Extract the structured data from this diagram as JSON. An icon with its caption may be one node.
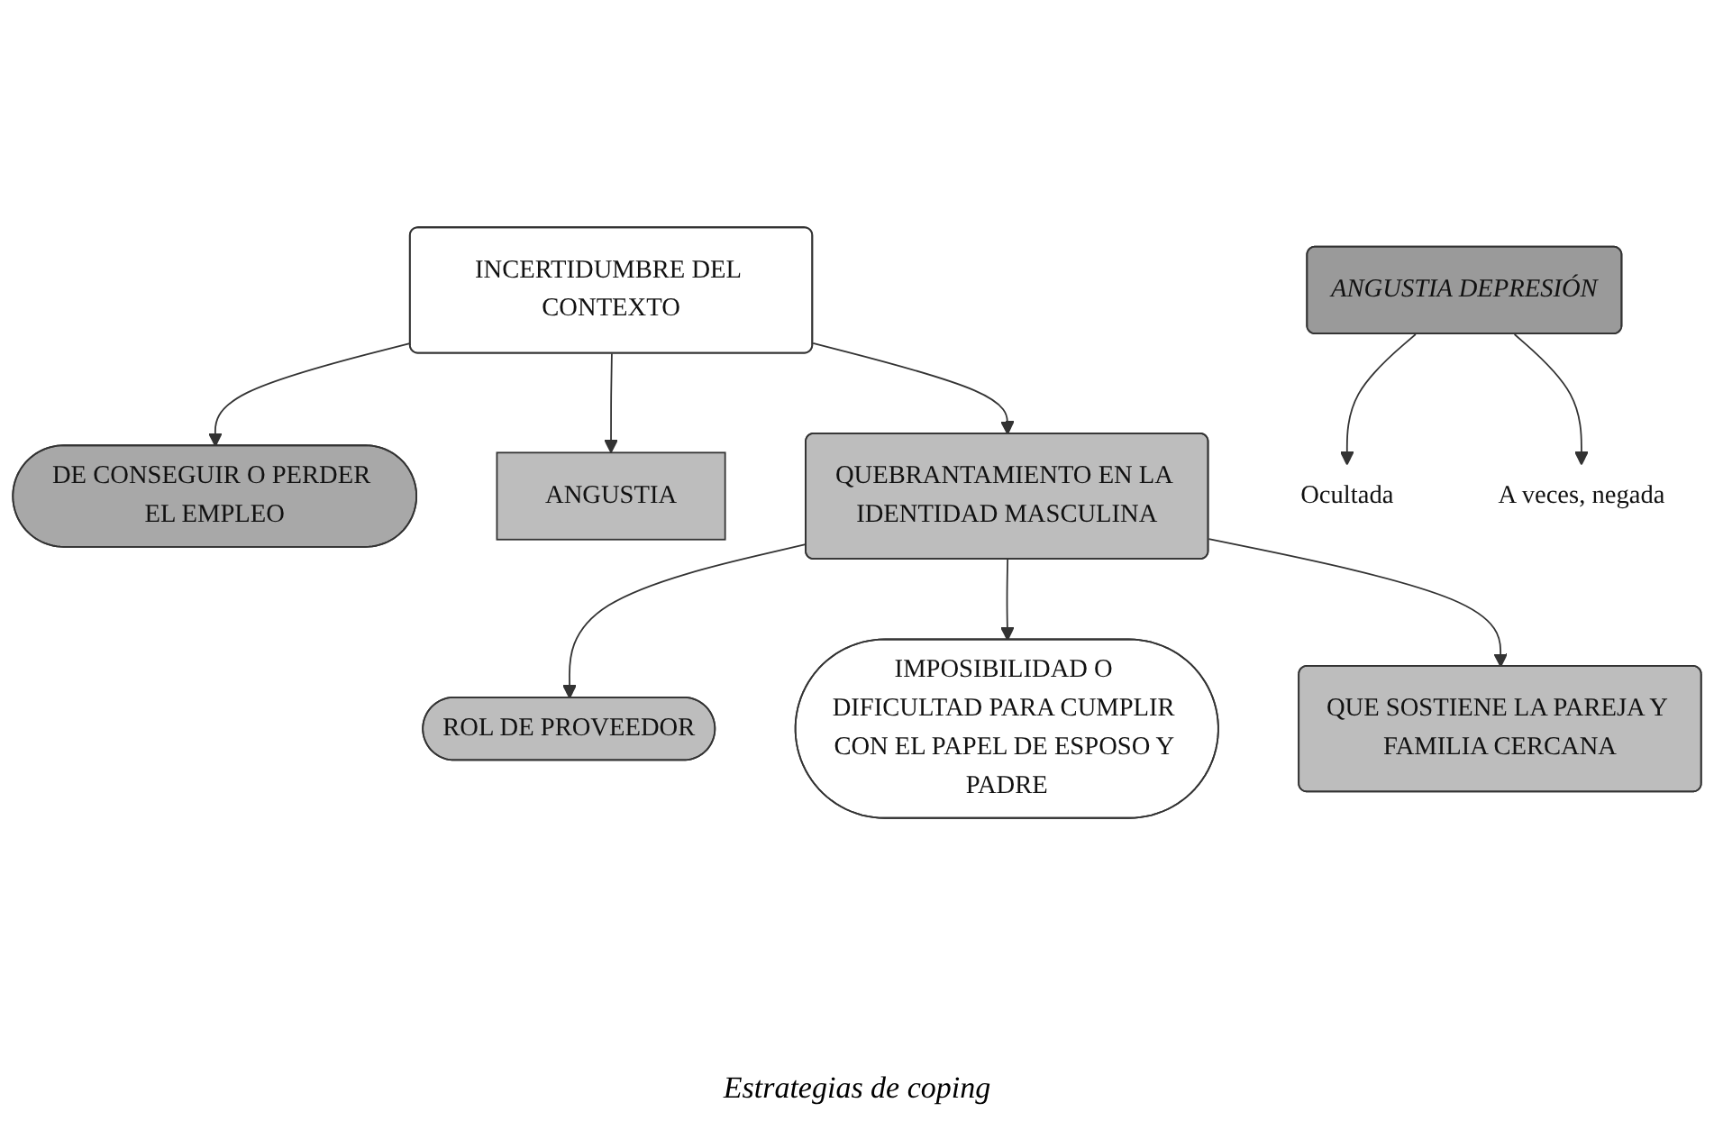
{
  "diagram": {
    "nodes": [
      {
        "text": [
          "DE CONSEGUIR O PERDER EL EMPLEO"
        ]
      },
      {
        "text": [
          "INCERTIDUMBRE DEL CONTEXTO"
        ]
      },
      {
        "text": [
          "ANGUSTIA"
        ]
      },
      {
        "text": [
          "ROL DE PROVEEDOR"
        ]
      },
      {
        "text": [
          "QUEBRANTAMIENTO EN LA IDENTIDAD MASCULINA"
        ]
      },
      {
        "text": [
          "IMPOSIBILIDAD O DIFICULTAD PARA CUMPLIR CON EL PAPEL DE ESPOSO Y PADRE"
        ]
      },
      {
        "text": [
          "ANGUSTIA DEPRESIÓN"
        ]
      },
      {
        "text": [
          "Ocultada"
        ]
      },
      {
        "text": [
          "A veces, negada"
        ]
      },
      {
        "text": [
          "QUE SOSTIENE LA PAREJA Y FAMILIA CERCANA"
        ]
      }
    ],
    "edges": [
      {
        "from": 1,
        "to": 0,
        "arrow": "to"
      },
      {
        "from": 1,
        "to": 2,
        "arrow": "to"
      },
      {
        "from": 1,
        "to": 4,
        "arrow": "to"
      },
      {
        "from": 4,
        "to": 3,
        "arrow": "to"
      },
      {
        "from": 4,
        "to": 5,
        "arrow": "to"
      },
      {
        "from": 4,
        "to": 9,
        "arrow": "to"
      },
      {
        "from": 6,
        "to": 7,
        "arrow": "to"
      },
      {
        "from": 6,
        "to": 8,
        "arrow": "to"
      }
    ],
    "labels": [
      "Estrategias de coping"
    ]
  }
}
